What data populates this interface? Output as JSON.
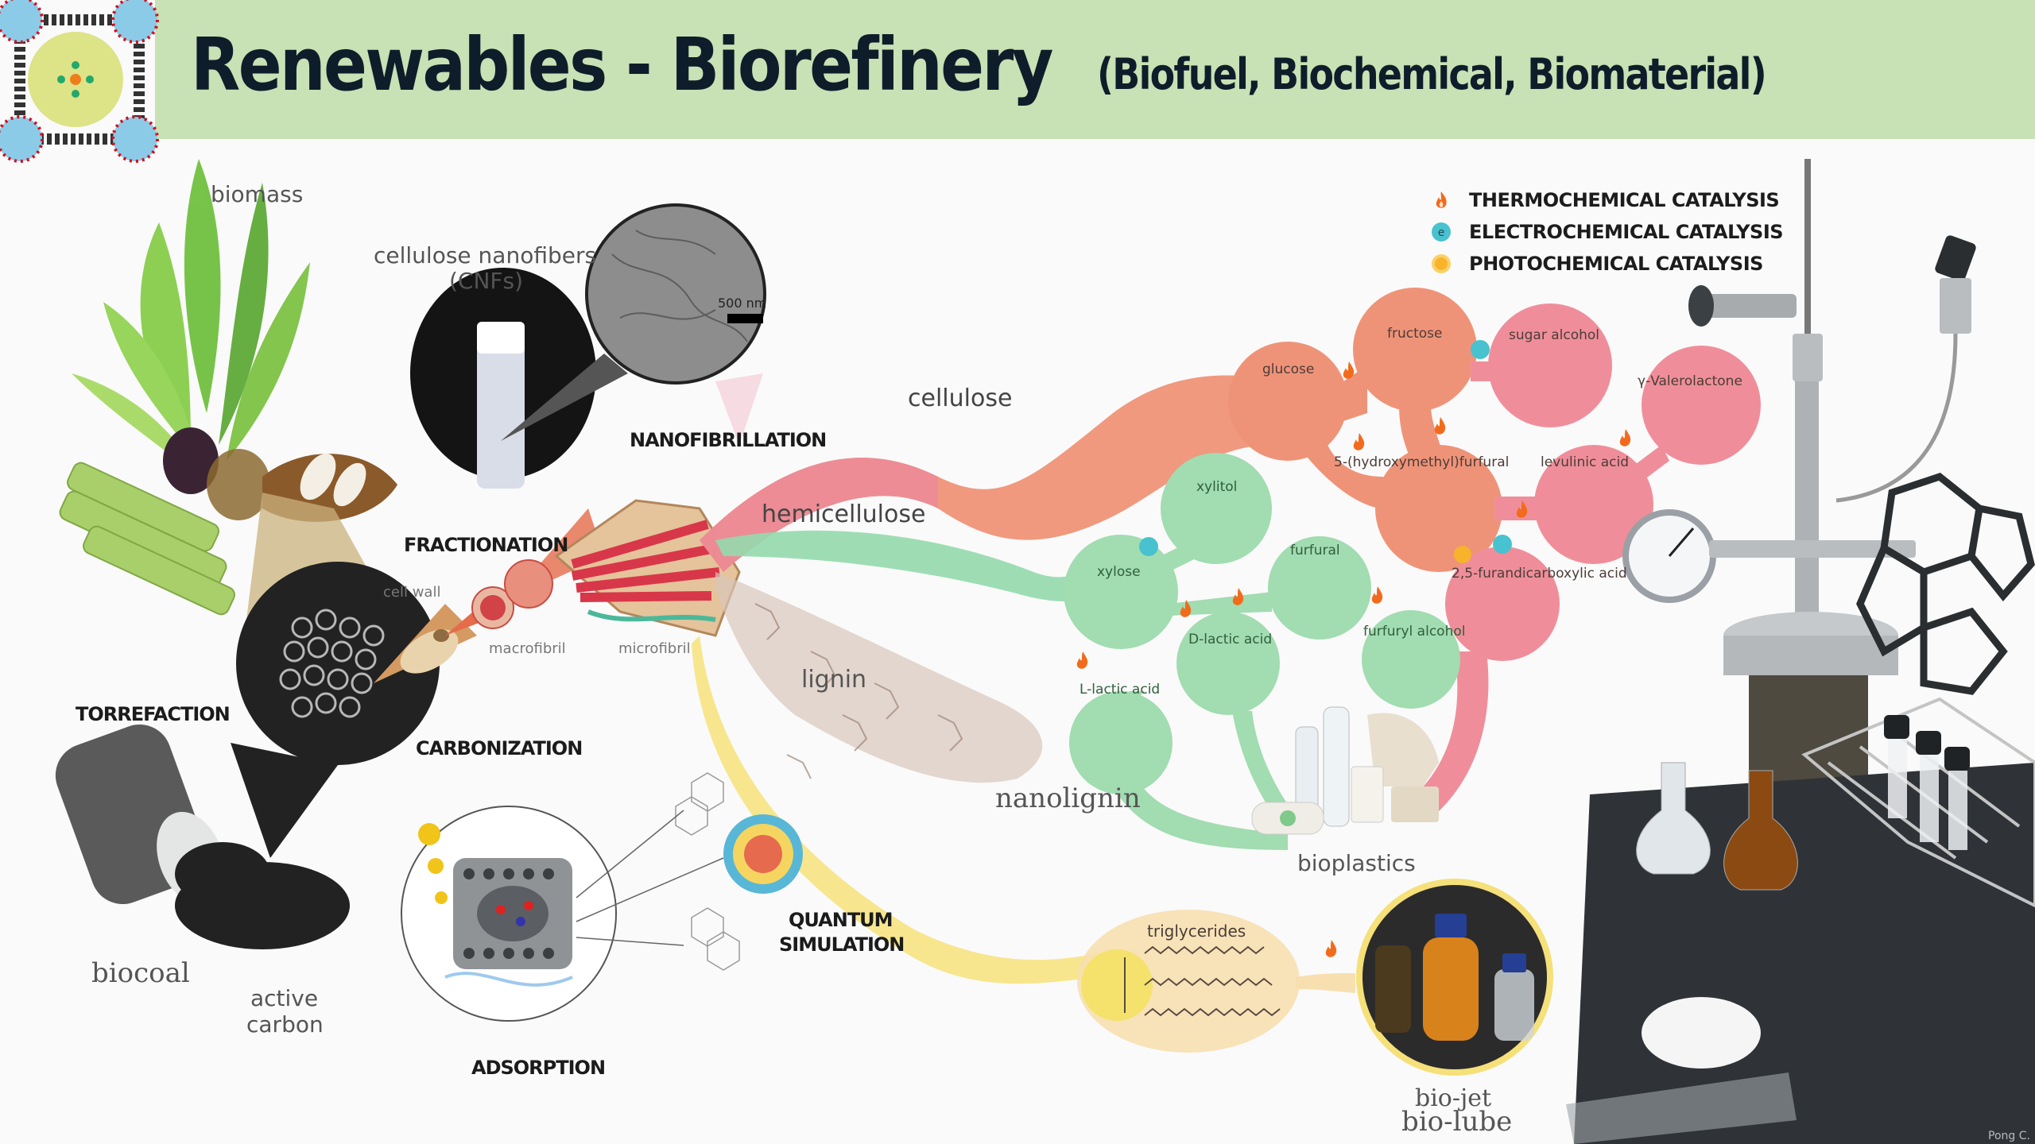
{
  "header": {
    "title": "Renewables - Biorefinery",
    "subtitle": "(Biofuel, Biochemical, Biomaterial)",
    "background_color": "#c8e1b5",
    "title_color": "#0f1d2a"
  },
  "legend": {
    "items": [
      {
        "icon": "flame-icon",
        "label": "THERMOCHEMICAL CATALYSIS",
        "color": "#f26b1d"
      },
      {
        "icon": "electron-icon",
        "label": "ELECTROCHEMICAL CATALYSIS",
        "color": "#48c2cf"
      },
      {
        "icon": "sun-icon",
        "label": "PHOTOCHEMICAL CATALYSIS",
        "color": "#f7b32b"
      }
    ]
  },
  "feedstock": {
    "biomass": "biomass",
    "cnf_title": "cellulose nanofibers",
    "cnf_abbr": "(CNFs)",
    "scale_bar": "500 nm",
    "cell_wall": "cell wall",
    "macrofibril": "macrofibril",
    "microfibril": "microfibril"
  },
  "processes": {
    "nanofibrillation": "NANOFIBRILLATION",
    "fractionation": "FRACTIONATION",
    "torrefaction": "TORREFACTION",
    "carbonization": "CARBONIZATION",
    "adsorption": "ADSORPTION",
    "quantum_line1": "QUANTUM",
    "quantum_line2": "SIMULATION"
  },
  "carbon_products": {
    "biocoal": "biocoal",
    "active_carbon_line1": "active",
    "active_carbon_line2": "carbon"
  },
  "streams": {
    "cellulose": {
      "label": "cellulose",
      "color": "#ee8a6a"
    },
    "hemicellulose": {
      "label": "hemicellulose",
      "color": "#8fd3a3"
    },
    "lignin": {
      "label": "lignin",
      "color": "#d9c9bf"
    },
    "nanolignin": "nanolignin",
    "oil": {
      "color": "#f6e27a"
    }
  },
  "cellulose_chemicals": {
    "glucose": "glucose",
    "fructose": "fructose",
    "sugar_alcohol": "sugar alcohol",
    "hmf": "5-(hydroxymethyl)furfural",
    "levulinic_acid": "levulinic acid",
    "gvl": "γ-Valerolactone",
    "fdca": "2,5-furandicarboxylic acid"
  },
  "hemicellulose_chemicals": {
    "xylose": "xylose",
    "xylitol": "xylitol",
    "furfural": "furfural",
    "furfuryl_alcohol": "furfuryl alcohol",
    "d_lactic_acid": "D-lactic acid",
    "l_lactic_acid": "L-lactic acid"
  },
  "end_products": {
    "bioplastics": "bioplastics",
    "triglycerides": "triglycerides",
    "biojet": "bio-jet",
    "biolube": "bio-lube"
  },
  "watermark": "Pong C."
}
